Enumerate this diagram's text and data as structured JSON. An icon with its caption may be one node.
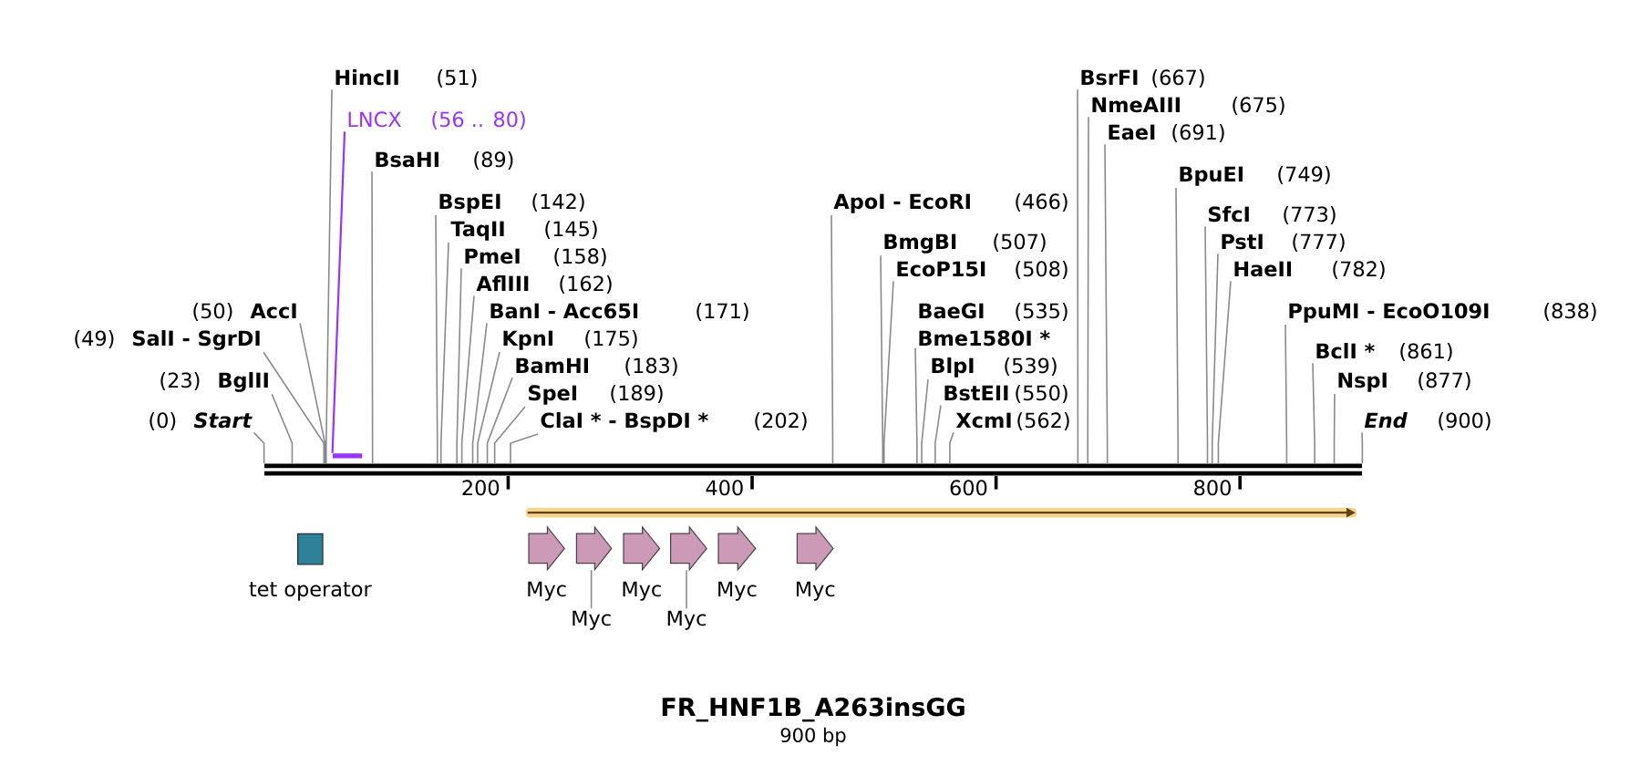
{
  "diagram": {
    "title": "FR_HNF1B_A263insGG",
    "caption": "900 bp",
    "nodes": [
      {
        "text": [
          "HincII",
          "(51)"
        ]
      },
      {
        "text": [
          "BsrFI",
          "(667)"
        ]
      },
      {
        "text": [
          "NmeAIII",
          "(675)"
        ]
      },
      {
        "text": [
          "LNCX",
          "(56 .. 80)"
        ]
      },
      {
        "text": [
          "EaeI",
          "(691)"
        ]
      },
      {
        "text": [
          "BsaHI",
          "(89)"
        ]
      },
      {
        "text": [
          "BpuEI",
          "(749)"
        ]
      },
      {
        "text": [
          "BspEI",
          "(142)"
        ]
      },
      {
        "text": [
          "ApoI - EcoRI",
          "(466)"
        ]
      },
      {
        "text": [
          "SfcI",
          "(773)"
        ]
      },
      {
        "text": [
          "TaqII",
          "(145)"
        ]
      },
      {
        "text": [
          "BmgBI",
          "(507)"
        ]
      },
      {
        "text": [
          "PstI",
          "(777)"
        ]
      },
      {
        "text": [
          "PmeI",
          "(158)"
        ]
      },
      {
        "text": [
          "EcoP15I",
          "(508)"
        ]
      },
      {
        "text": [
          "HaeII",
          "(782)"
        ]
      },
      {
        "text": [
          "AflIII",
          "(162)"
        ]
      },
      {
        "text": [
          "(50)",
          "AccI"
        ]
      },
      {
        "text": [
          "BanI - Acc65I",
          "(171)"
        ]
      },
      {
        "text": [
          "BaeGI",
          "(535)",
          "Bme1580I *"
        ]
      },
      {
        "text": [
          "PpuMI - EcoO109I",
          "(838)"
        ]
      },
      {
        "text": [
          "(49)",
          "SalI - SgrDI"
        ]
      },
      {
        "text": [
          "KpnI",
          "(175)"
        ]
      },
      {
        "text": [
          "BclI *",
          "(861)"
        ]
      },
      {
        "text": [
          "BamHI",
          "(183)"
        ]
      },
      {
        "text": [
          "BlpI",
          "(539)"
        ]
      },
      {
        "text": [
          "(23)",
          "BglII"
        ]
      },
      {
        "text": [
          "NspI",
          "(877)"
        ]
      },
      {
        "text": [
          "SpeI",
          "(189)"
        ]
      },
      {
        "text": [
          "BstEII",
          "(550)"
        ]
      },
      {
        "text": [
          "(0)",
          "Start"
        ]
      },
      {
        "text": [
          "ClaI * - BspDI *",
          "(202)"
        ]
      },
      {
        "text": [
          "XcmI",
          "(562)"
        ]
      },
      {
        "text": [
          "End",
          "(900)"
        ]
      },
      {
        "text": [],
        "shape": "bar"
      },
      {
        "text": [],
        "shape": "bar"
      },
      {
        "text": [],
        "shape": "arrow"
      },
      {
        "text": [],
        "shape": "box",
        "beside": [
          "tet operator"
        ]
      },
      {
        "text": [],
        "shape": "pentagon",
        "beside": [
          "Myc"
        ]
      },
      {
        "text": [],
        "shape": "pentagon"
      },
      {
        "text": [],
        "shape": "pentagon",
        "beside": [
          "Myc"
        ]
      },
      {
        "text": [],
        "shape": "pentagon"
      },
      {
        "text": [],
        "shape": "pentagon",
        "beside": [
          "Myc"
        ]
      },
      {
        "text": [],
        "shape": "pentagon",
        "beside": [
          "Myc"
        ]
      },
      {
        "text": [
          "Myc"
        ]
      },
      {
        "text": [
          "Myc"
        ]
      }
    ],
    "edges": [
      {
        "from": 0,
        "to": 35,
        "arrow": "none"
      },
      {
        "from": 1,
        "to": 35,
        "arrow": "none"
      },
      {
        "from": 2,
        "to": 35,
        "arrow": "none"
      },
      {
        "from": 3,
        "to": 34,
        "arrow": "none",
        "color": "#9933ff"
      },
      {
        "from": 4,
        "to": 35,
        "arrow": "none"
      },
      {
        "from": 5,
        "to": 35,
        "arrow": "none"
      },
      {
        "from": 6,
        "to": 35,
        "arrow": "none"
      },
      {
        "from": 7,
        "to": 35,
        "arrow": "none"
      },
      {
        "from": 8,
        "to": 35,
        "arrow": "none"
      },
      {
        "from": 9,
        "to": 35,
        "arrow": "none"
      },
      {
        "from": 10,
        "to": 35,
        "arrow": "none"
      },
      {
        "from": 11,
        "to": 35,
        "arrow": "none"
      },
      {
        "from": 12,
        "to": 35,
        "arrow": "none"
      },
      {
        "from": 13,
        "to": 35,
        "arrow": "none"
      },
      {
        "from": 14,
        "to": 35,
        "arrow": "none"
      },
      {
        "from": 15,
        "to": 35,
        "arrow": "none"
      },
      {
        "from": 16,
        "to": 35,
        "arrow": "none"
      },
      {
        "from": 17,
        "to": 35,
        "arrow": "none"
      },
      {
        "from": 18,
        "to": 35,
        "arrow": "none"
      },
      {
        "from": 19,
        "to": 35,
        "arrow": "none"
      },
      {
        "from": 20,
        "to": 35,
        "arrow": "none"
      },
      {
        "from": 21,
        "to": 35,
        "arrow": "none"
      },
      {
        "from": 22,
        "to": 35,
        "arrow": "none"
      },
      {
        "from": 23,
        "to": 35,
        "arrow": "none"
      },
      {
        "from": 24,
        "to": 35,
        "arrow": "none"
      },
      {
        "from": 25,
        "to": 35,
        "arrow": "none"
      },
      {
        "from": 26,
        "to": 35,
        "arrow": "none"
      },
      {
        "from": 27,
        "to": 35,
        "arrow": "none"
      },
      {
        "from": 28,
        "to": 35,
        "arrow": "none"
      },
      {
        "from": 29,
        "to": 35,
        "arrow": "none"
      },
      {
        "from": 30,
        "to": 35,
        "arrow": "none"
      },
      {
        "from": 31,
        "to": 35,
        "arrow": "none"
      },
      {
        "from": 32,
        "to": 35,
        "arrow": "none"
      },
      {
        "from": 33,
        "to": 35,
        "arrow": "none"
      },
      {
        "from": 44,
        "to": 39,
        "arrow": "none"
      },
      {
        "from": 45,
        "to": 41,
        "arrow": "none"
      }
    ],
    "labels": [
      "200",
      "400",
      "600",
      "800"
    ]
  }
}
